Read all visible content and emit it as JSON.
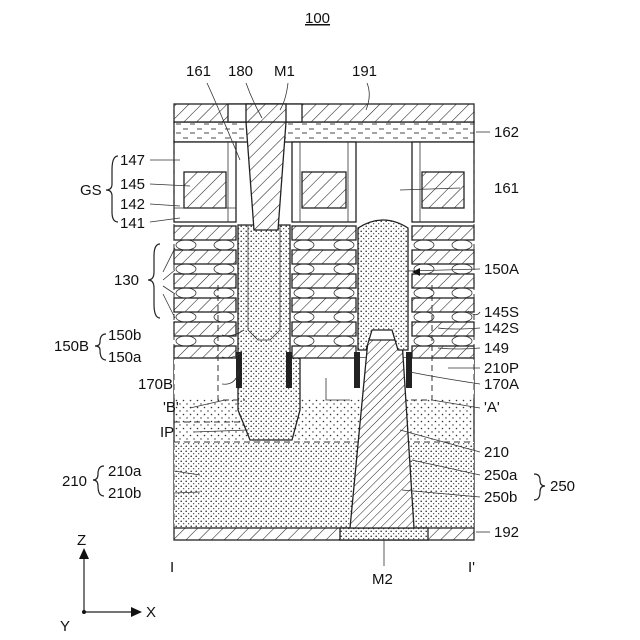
{
  "figure_number": "100",
  "labels": {
    "l161_top": "161",
    "l180": "180",
    "lM1": "M1",
    "l191": "191",
    "l162": "162",
    "l161_right": "161",
    "l147": "147",
    "l145": "145",
    "l142": "142",
    "l141": "141",
    "lGS": "GS",
    "l130": "130",
    "l150A": "150A",
    "l145S": "145S",
    "l142S": "142S",
    "l149": "149",
    "l210P": "210P",
    "l150b": "150b",
    "l150a": "150a",
    "l150B": "150B",
    "l170B": "170B",
    "l170A": "170A",
    "lB": "'B'",
    "lA": "'A'",
    "lIP": "IP",
    "l210_right": "210",
    "l250a": "250a",
    "l250b": "250b",
    "l250": "250",
    "l210a": "210a",
    "l210b": "210b",
    "l210_left": "210",
    "l192": "192",
    "lM2": "M2",
    "lI": "I",
    "lIprime": "I'",
    "axisZ": "Z",
    "axisX": "X",
    "axisY": "Y"
  }
}
